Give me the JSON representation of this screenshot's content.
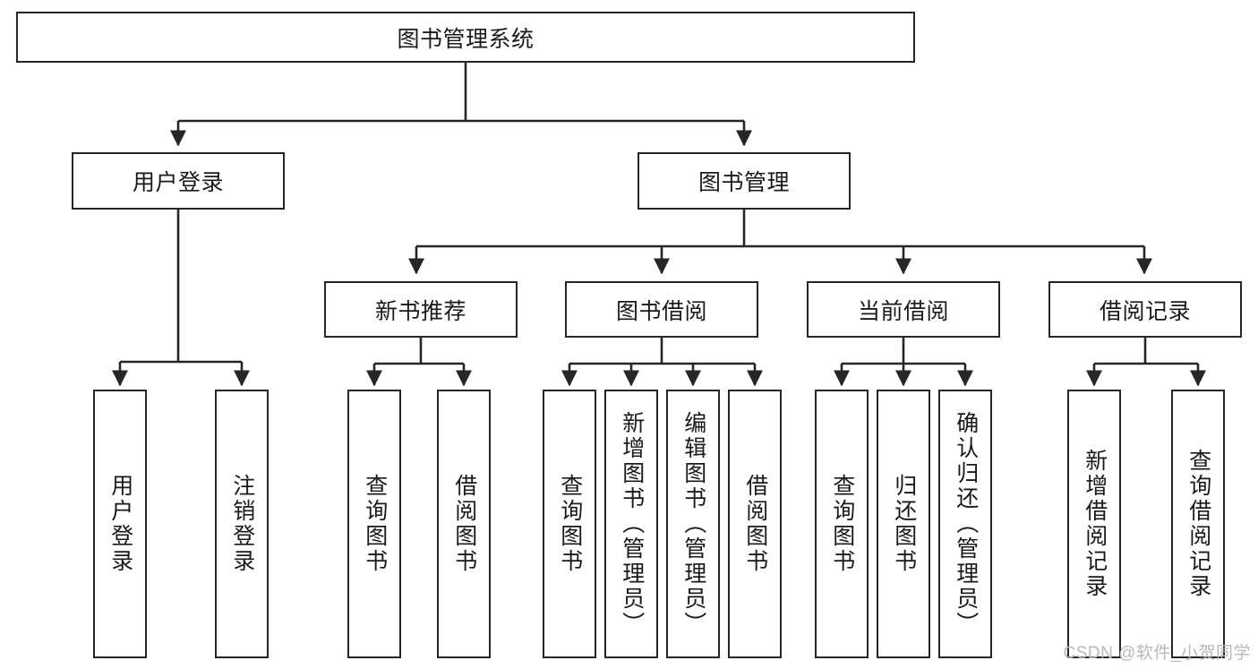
{
  "diagram": {
    "type": "tree-hierarchy-diagram",
    "title": "图书管理系统",
    "style": {
      "box_fill": "#ffffff",
      "box_stroke": "#262626",
      "text_color": "#1a1a1a",
      "edge_color": "#262626",
      "background": "#ffffff",
      "watermark_color": "#b9b9b9"
    },
    "nodes": {
      "root": {
        "label": "图书管理系统",
        "level": 1,
        "orientation": "horizontal"
      },
      "l2": [
        {
          "id": "user-login",
          "label": "用户登录",
          "level": 2,
          "orientation": "horizontal"
        },
        {
          "id": "book-management",
          "label": "图书管理",
          "level": 2,
          "orientation": "horizontal"
        }
      ],
      "l3": [
        {
          "id": "new-book-recommend",
          "label": "新书推荐",
          "level": 3,
          "orientation": "horizontal"
        },
        {
          "id": "book-borrow",
          "label": "图书借阅",
          "level": 3,
          "orientation": "horizontal"
        },
        {
          "id": "current-borrow",
          "label": "当前借阅",
          "level": 3,
          "orientation": "horizontal"
        },
        {
          "id": "borrow-record",
          "label": "借阅记录",
          "level": 3,
          "orientation": "horizontal"
        }
      ],
      "leaves": [
        {
          "id": "leaf-user-login",
          "label": "用户登录",
          "parent": "user-login",
          "orientation": "vertical"
        },
        {
          "id": "leaf-user-logout",
          "label": "注销登录",
          "parent": "user-login",
          "orientation": "vertical"
        },
        {
          "id": "leaf-query-book-1",
          "label": "查询图书",
          "parent": "new-book-recommend",
          "orientation": "vertical"
        },
        {
          "id": "leaf-borrow-book-1",
          "label": "借阅图书",
          "parent": "new-book-recommend",
          "orientation": "vertical"
        },
        {
          "id": "leaf-query-book-2",
          "label": "查询图书",
          "parent": "book-borrow",
          "orientation": "vertical"
        },
        {
          "id": "leaf-add-book",
          "label": "新增图书（管理员）",
          "parent": "book-borrow",
          "orientation": "vertical"
        },
        {
          "id": "leaf-edit-book",
          "label": "编辑图书（管理员）",
          "parent": "book-borrow",
          "orientation": "vertical"
        },
        {
          "id": "leaf-borrow-book-2",
          "label": "借阅图书",
          "parent": "book-borrow",
          "orientation": "vertical"
        },
        {
          "id": "leaf-query-book-3",
          "label": "查询图书",
          "parent": "current-borrow",
          "orientation": "vertical"
        },
        {
          "id": "leaf-return-book",
          "label": "归还图书",
          "parent": "current-borrow",
          "orientation": "vertical"
        },
        {
          "id": "leaf-confirm-return",
          "label": "确认归还（管理员）",
          "parent": "current-borrow",
          "orientation": "vertical"
        },
        {
          "id": "leaf-add-record",
          "label": "新增借阅记录",
          "parent": "borrow-record",
          "orientation": "vertical"
        },
        {
          "id": "leaf-query-record",
          "label": "查询借阅记录",
          "parent": "borrow-record",
          "orientation": "vertical"
        }
      ]
    }
  },
  "watermark": {
    "text": "CSDN @软件_小贺同学"
  }
}
